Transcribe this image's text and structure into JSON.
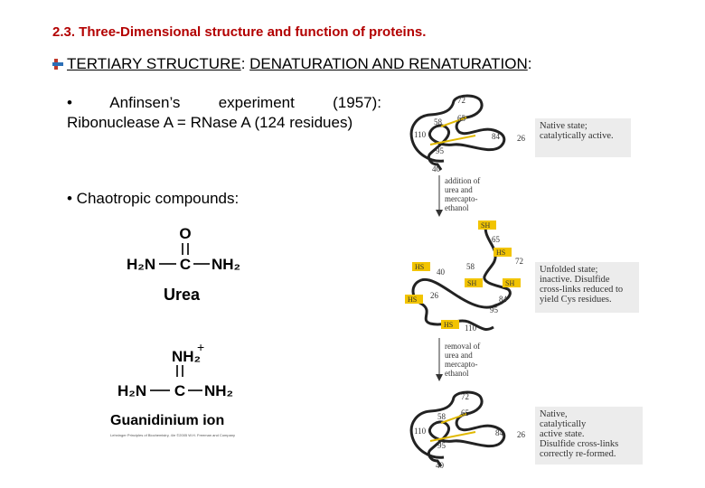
{
  "slide": {
    "title": "2.3. Three-Dimensional structure and function of proteins.",
    "heading_part1": "TERTIARY STRUCTURE",
    "heading_sep1": ": ",
    "heading_part2": "DENATURATION AND RENATURATION",
    "heading_sep2": ":",
    "anfinsen_line1": "•  Anfinsen’s  experiment  (1957):",
    "anfinsen_line2": "Ribonuclease A = RNase A (124 residues)",
    "chaotropic": "• Chaotropic compounds:"
  },
  "chem": {
    "urea_o": "O",
    "urea_left": "H₂N",
    "urea_c": "C",
    "urea_right": "NH₂",
    "urea_name": "Urea",
    "gu_top": "NH₂",
    "gu_plus": "+",
    "gu_left": "H₂N",
    "gu_c": "C",
    "gu_right": "NH₂",
    "gu_name": "Guanidinium ion",
    "credit": "Lehninger Principles of Biochemistry, 4/e ©2005 W.H. Freeman and Company"
  },
  "diagram": {
    "native_labels": [
      "72",
      "58",
      "65",
      "110",
      "84",
      "26",
      "95",
      "40"
    ],
    "arrow1_text": [
      "addition of",
      "urea and",
      "mercapto-",
      "ethanol"
    ],
    "unfolded_labels": [
      "SH",
      "65",
      "HS",
      "72",
      "HS",
      "40",
      "58",
      "SH",
      "SH",
      "HS",
      "26",
      "84",
      "95",
      "HS",
      "110"
    ],
    "arrow2_text": [
      "removal of",
      "urea and",
      "mercapto-",
      "ethanol"
    ],
    "renatured_labels": [
      "72",
      "65",
      "58",
      "110",
      "84",
      "26",
      "95",
      "40"
    ],
    "note_native": [
      "Native state;",
      "catalytically active."
    ],
    "note_unfolded": [
      "Unfolded state;",
      "inactive.  Disulfide",
      "cross-links reduced to",
      "yield Cys residues."
    ],
    "note_renatured": [
      "Native,",
      "catalytically",
      "active state.",
      "Disulfide cross-links",
      "correctly re-formed."
    ]
  },
  "colors": {
    "title": "#b30000",
    "sh_box": "#f2c400",
    "note_bg": "#ececec"
  }
}
